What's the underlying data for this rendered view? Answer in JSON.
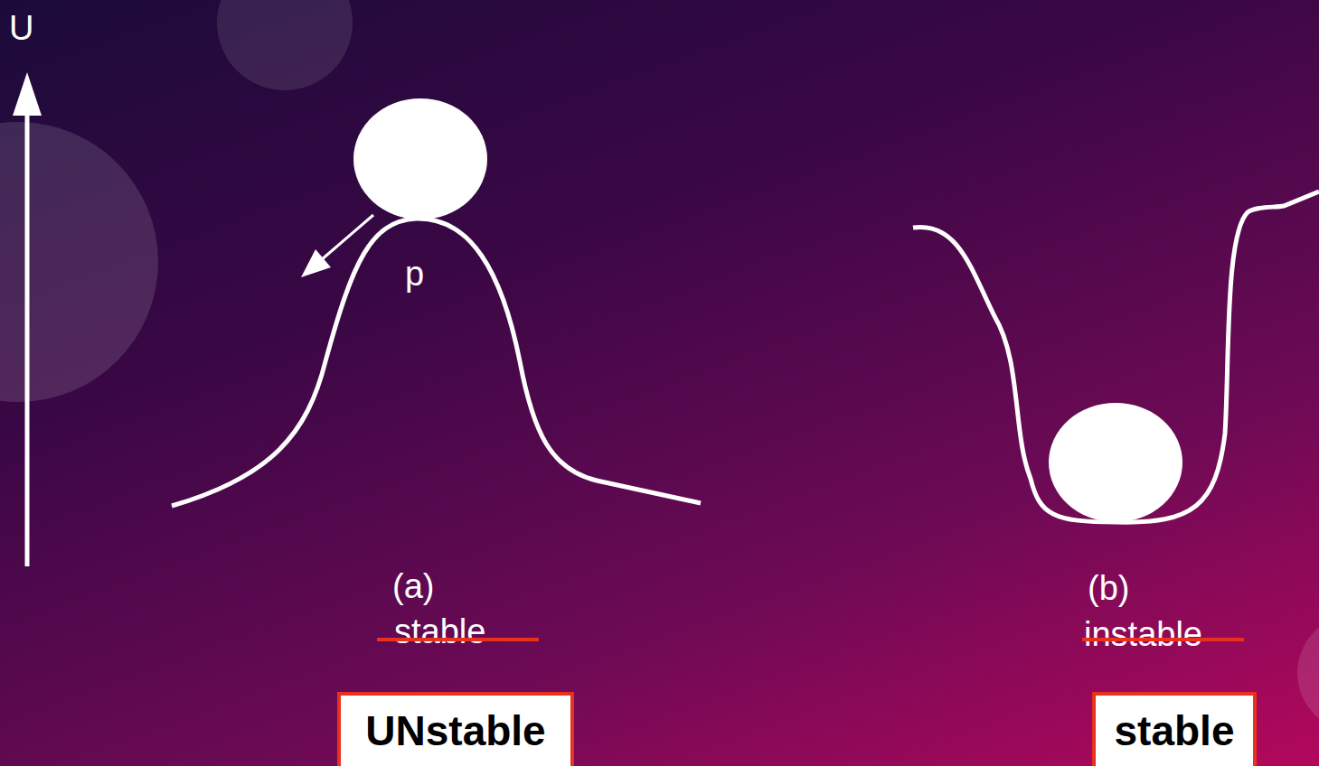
{
  "diagram": {
    "nodes": [
      {
        "text": [
          "UNstable"
        ]
      },
      {
        "text": [
          "stable"
        ]
      }
    ],
    "labels": [
      "U",
      "p",
      "(a)",
      "stable",
      "(b)",
      "instable"
    ]
  }
}
